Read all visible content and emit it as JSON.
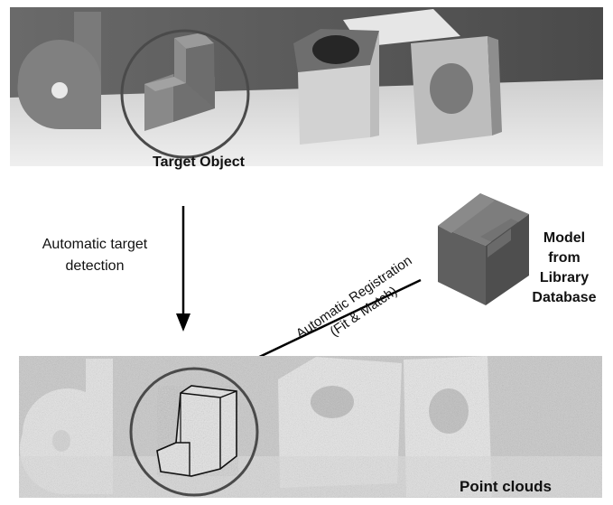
{
  "labels": {
    "target_object": "Target Object",
    "detection_line1": "Automatic target",
    "detection_line2": "detection",
    "registration_line1": "Automatic Registration",
    "registration_line2": "(Fit & Match)",
    "model_line1": "Model",
    "model_line2": "from",
    "model_line3": "Library",
    "model_line4": "Database",
    "point_clouds": "Point clouds"
  },
  "icons": {
    "circle_marker": "highlight-circle-icon",
    "down_arrow": "arrow-down-icon",
    "diagonal_arrow": "arrow-diagonal-icon",
    "cad_model": "l-shaped-block-icon"
  },
  "colors": {
    "photo_bg": "#5c5c5c",
    "photo_table": "#d8d8d8",
    "object_gray": "#7d7d7d",
    "object_light": "#c9c9c9",
    "model_face": "#636363",
    "pointcloud_bg": "#cfcfcf",
    "pointcloud_dots": "#e8e8e8",
    "stroke": "#4a4a4a"
  }
}
